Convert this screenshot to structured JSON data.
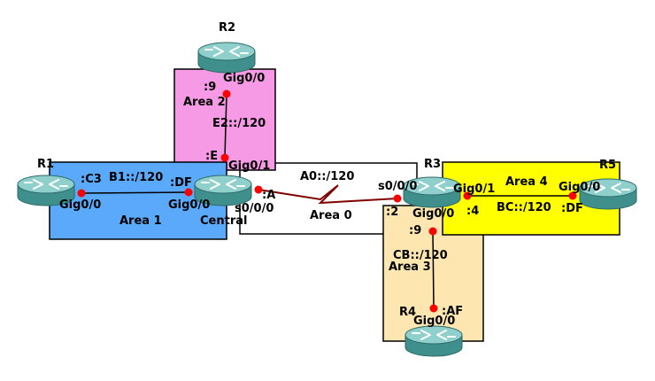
{
  "colors": {
    "area0": "#ffffff",
    "area1": "#5aa9fa",
    "area2": "#f79ae6",
    "area3": "#fde6b0",
    "area4": "#ffff00",
    "router_body": "#3f8f8c",
    "router_top": "#8fcfcc",
    "link": "#000000",
    "serial": "#800000",
    "dot": "#ff0000"
  },
  "routers": {
    "r1": "R1",
    "r2": "R2",
    "r3": "R3",
    "r4": "R4",
    "r5": "R5",
    "central": "Central"
  },
  "areas": {
    "area0": "Area 0",
    "area1": "Area 1",
    "area2": "Area 2",
    "area3": "Area 3",
    "area4": "Area 4"
  },
  "networks": {
    "b1": "B1::/120",
    "e2": "E2::/120",
    "a0": "A0::/120",
    "bc": "BC::/120",
    "cb": "CB::/120"
  },
  "interfaces": {
    "r1_gig00": "Gig0/0",
    "r1_host": ":C3",
    "central_gig00": "Gig0/0",
    "central_gig00_host": ":DF",
    "central_gig01": "Gig0/1",
    "central_gig01_host": ":E",
    "central_s000": "s0/0/0",
    "central_s000_host": ":A",
    "r2_gig00": "Gig0/0",
    "r2_host": ":9",
    "r3_s000": "s0/0/0",
    "r3_s000_host": ":2",
    "r3_gig01": "Gig0/1",
    "r3_gig01_host": ":4",
    "r3_gig00": "Gig0/0",
    "r3_gig00_host": ":9",
    "r5_gig00": "Gig0/0",
    "r5_host": ":DF",
    "r4_gig00": "Gig0/0",
    "r4_host": ":AF"
  }
}
